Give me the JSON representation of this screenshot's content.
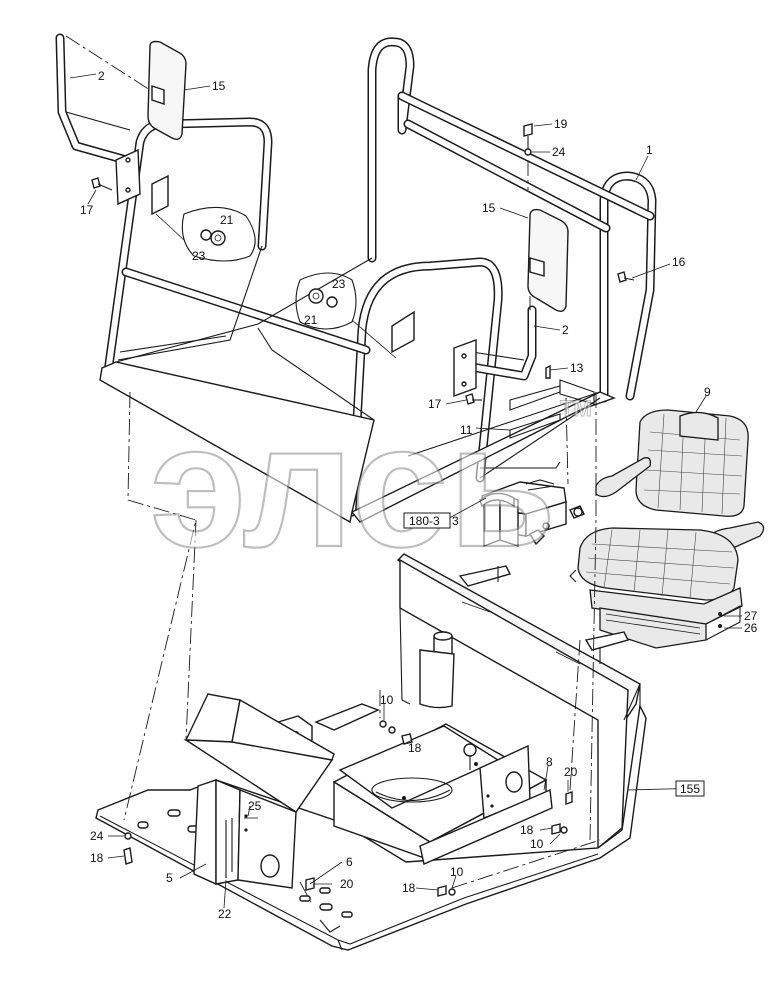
{
  "callouts": {
    "c1": "1",
    "c2a": "2",
    "c2b": "2",
    "c3": "3",
    "c5": "5",
    "c6": "6",
    "c8": "8",
    "c9": "9",
    "c10a": "10",
    "c10b": "10",
    "c10c": "10",
    "c11": "11",
    "c13": "13",
    "c15a": "15",
    "c15b": "15",
    "c16": "16",
    "c17a": "17",
    "c17b": "17",
    "c18a": "18",
    "c18b": "18",
    "c18c": "18",
    "c18d": "18",
    "c19": "19",
    "c20a": "20",
    "c20b": "20",
    "c21a": "21",
    "c21b": "21",
    "c22": "22",
    "c23a": "23",
    "c23b": "23",
    "c24a": "24",
    "c24b": "24",
    "c25": "25",
    "c26": "26",
    "c27": "27"
  },
  "boxed_refs": {
    "ref_180_3": "180-3",
    "ref_155": "155"
  },
  "watermark": {
    "logo_text": "элсь",
    "trademark": "TM"
  }
}
